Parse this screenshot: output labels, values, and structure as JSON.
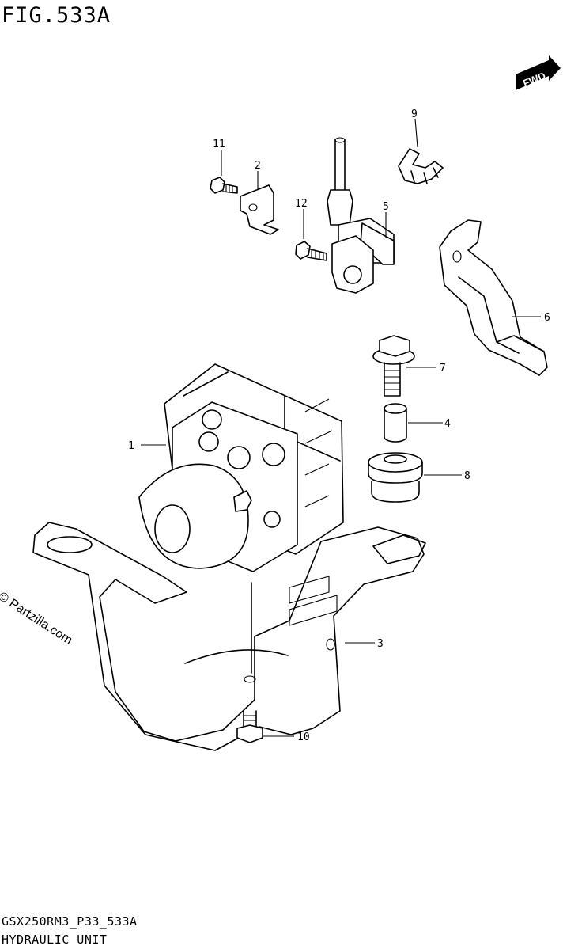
{
  "figure": {
    "title": "FIG.533A",
    "code": "GSX250RM3_P33_533A",
    "name": "HYDRAULIC UNIT"
  },
  "watermark": "© Partzilla.com",
  "fwd_label": "FWD",
  "callouts": {
    "c1": "1",
    "c2": "2",
    "c3": "3",
    "c4": "4",
    "c5": "5",
    "c6": "6",
    "c7": "7",
    "c8": "8",
    "c9": "9",
    "c10": "10",
    "c11": "11",
    "c12": "12"
  }
}
